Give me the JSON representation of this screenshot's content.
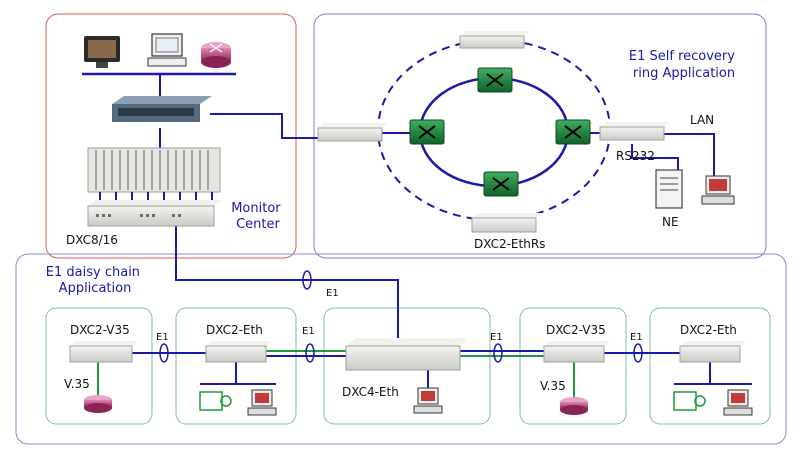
{
  "regions": {
    "monitor_center": "Monitor\nCenter",
    "ring_application": "E1 Self recovery\nring Application",
    "daisy_chain": "E1 daisy chain\nApplication"
  },
  "devices": {
    "dxc8_16": "DXC8/16",
    "ring_bottom": "DXC2-EthRs",
    "lan": "LAN",
    "rs232": "RS232",
    "ne": "NE",
    "chain1": "DXC2-V35",
    "chain2": "DXC2-Eth",
    "chain3": "DXC4-Eth",
    "chain4": "DXC2-V35",
    "chain5": "DXC2-Eth",
    "v35_a": "V.35",
    "v35_b": "V.35"
  },
  "links": {
    "uplink": "E1",
    "e1_a": "E1",
    "e1_b": "E1",
    "e1_c": "E1",
    "e1_d": "E1"
  },
  "colors": {
    "region_red": "#e05a5a",
    "region_blue": "#7f7fd8",
    "region_green": "#7fbfae",
    "link_blue": "#1a1aa8",
    "link_green": "#1f9a3a",
    "switch_green": "#1f7a3a",
    "router_magenta": "#a0306a"
  }
}
